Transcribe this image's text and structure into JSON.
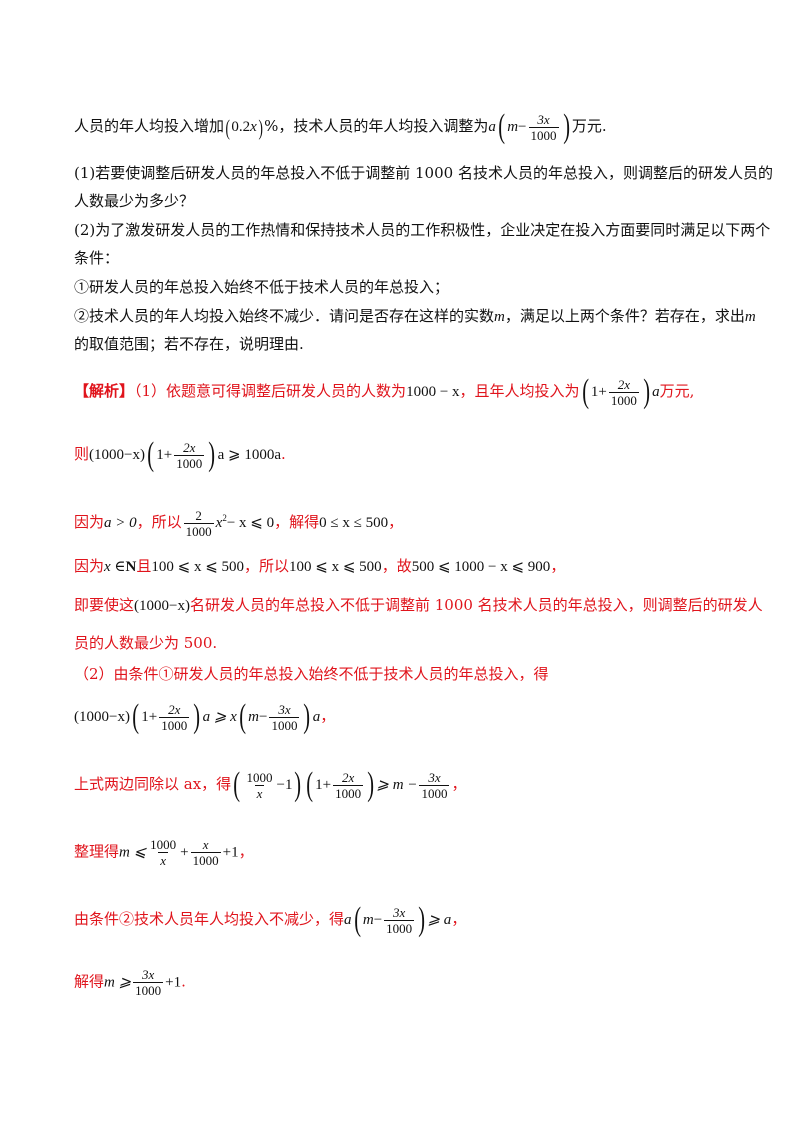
{
  "p1": {
    "t1": "人员的年人均投入增加",
    "expr1": "0.2",
    "x": "x",
    "t2": "%，技术人员的年人均投入调整为",
    "a": "a",
    "m": "m",
    "minus": "−",
    "num3x": "3x",
    "den1000": "1000",
    "t3": "万元."
  },
  "q1": {
    "l1": "(1)若要使调整后研发人员的年总投入不低于调整前 1000 名技术人员的年总投入，则调整后的研发人员的",
    "l2": "人数最少为多少？"
  },
  "q2": {
    "l1": "(2)为了激发研发人员的工作热情和保持技术人员的工作积极性，企业决定在投入方面要同时满足以下两个",
    "l2": "条件：",
    "c1": "①研发人员的年总投入始终不低于技术人员的年总投入；",
    "c2a": "②技术人员的年人均投入始终不减少．请问是否存在这样的实数",
    "c2b": "，满足以上两个条件？若存在，求出",
    "l3a": "的取值范围；若不存在，说明理由."
  },
  "sol": {
    "tag": "【解析】",
    "s1a": "（1）依题意可得调整后研发人员的人数为",
    "s1b": "1000 − x",
    "s1c": "，且年人均投入为",
    "one_plus": "1+",
    "num2x": "2x",
    "s1d": "万元,",
    "then": "则",
    "ineq1_l": "(1000−x)",
    "ineq1_r": "a ⩾ 1000a",
    "period": ".",
    "since": "因为",
    "a_pos": "a > 0",
    "so": "，所以",
    "num2": "2",
    "x2": "x",
    "sq": "2",
    "minusx": "− x ⩽ 0",
    "solve": "，解得",
    "range1": "0 ≤ x ≤ 500",
    "comma": "，",
    "because": "因为",
    "xN": "x ∈",
    "N": "N",
    "and": "且",
    "range2": "100 ⩽ x ⩽ 500",
    "so2": "，所以",
    "range3": "100 ⩽ x ⩽ 500",
    "hence": "，故",
    "range4": "500 ⩽ 1000 − x ⩽ 900",
    "comma2": "，",
    "concl1a": "即要使这",
    "concl1b": "(1000−x)",
    "concl1c": "名研发人员的年总投入不低于调整前 1000 名技术人员的年总投入，则调整后的研发人",
    "concl2": "员的人数最少为 500.",
    "p2": "（2）由条件①研发人员的年总投入始终不低于技术人员的年总投入，得",
    "ineq2_l": "(1000−x)",
    "ineq2_m": "a ⩾ x",
    "comma3": "，",
    "div": "上式两边同除以 ax，得",
    "num1000": "1000",
    "xden": "x",
    "minus1": "−1",
    "geq_m": "⩾ m −",
    "comma4": "，",
    "arrange": "整理得",
    "m_leq": "m ⩽",
    "plus": "+",
    "plus1": "+1",
    "comma5": "，",
    "cond2": "由条件②技术人员年人均投入不减少，得",
    "geq_a": "⩾ a",
    "comma6": "，",
    "solve2": "解得",
    "m_geq": "m ⩾",
    "period2": "."
  }
}
